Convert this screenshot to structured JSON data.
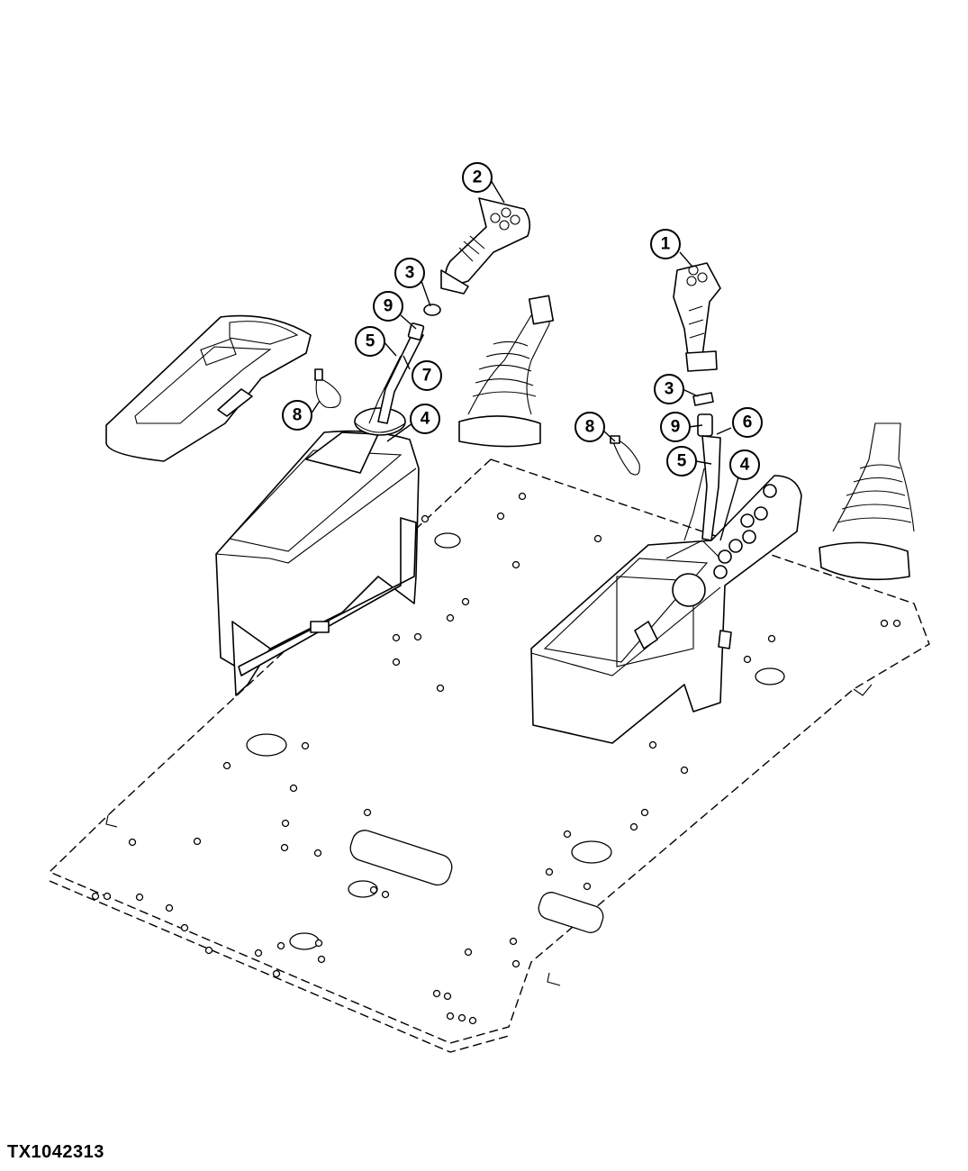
{
  "figure_id": "TX1042313",
  "callouts": [
    {
      "label": "1"
    },
    {
      "label": "2"
    },
    {
      "label": "3"
    },
    {
      "label": "3"
    },
    {
      "label": "4"
    },
    {
      "label": "4"
    },
    {
      "label": "5"
    },
    {
      "label": "5"
    },
    {
      "label": "6"
    },
    {
      "label": "7"
    },
    {
      "label": "8"
    },
    {
      "label": "8"
    },
    {
      "label": "9"
    },
    {
      "label": "9"
    }
  ]
}
